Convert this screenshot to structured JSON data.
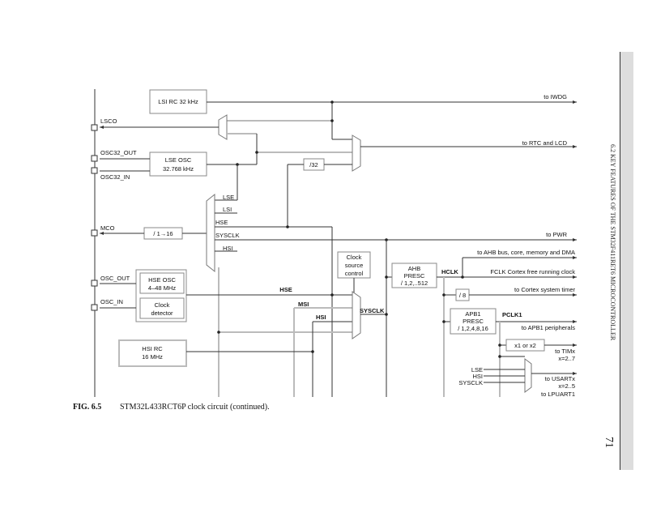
{
  "page": {
    "running_header": "6.2 KEY FEATURES OF THE STM32F411RET6 MICROCONTROLLER",
    "page_number": "71"
  },
  "figure": {
    "label": "FIG. 6.5",
    "caption": "STM32L433RCT6P clock circuit (continued)."
  },
  "diagram": {
    "pins": {
      "lsco": "LSCO",
      "osc32_out": "OSC32_OUT",
      "osc32_in": "OSC32_IN",
      "mco": "MCO",
      "osc_out": "OSC_OUT",
      "osc_in": "OSC_IN"
    },
    "blocks": {
      "lsi_rc": "LSI RC 32 kHz",
      "lse_osc_1": "LSE OSC",
      "lse_osc_2": "32.768 kHz",
      "div32": "/32",
      "mco_div": "/ 1→16",
      "hse_osc_1": "HSE OSC",
      "hse_osc_2": "4–48 MHz",
      "clock_detector_1": "Clock",
      "clock_detector_2": "detector",
      "hsi_rc_1": "HSI RC",
      "hsi_rc_2": "16 MHz",
      "csc_1": "Clock",
      "csc_2": "source",
      "csc_3": "control",
      "ahb_1": "AHB",
      "ahb_2": "PRESC",
      "ahb_3": "/ 1,2,..512",
      "div8": "/ 8",
      "apb1_1": "APB1",
      "apb1_2": "PRESC",
      "apb1_3": "/ 1,2,4,8,16",
      "x1x2": "x1 or x2"
    },
    "mco_inputs": [
      "LSE",
      "LSI",
      "HSE",
      "SYSCLK",
      "HSI"
    ],
    "signals": {
      "hse": "HSE",
      "msi": "MSI",
      "hsi": "HSI",
      "sysclk": "SYSCLK",
      "hclk": "HCLK",
      "pclk1": "PCLK1"
    },
    "usart_inputs": [
      "LSE",
      "HSI",
      "SYSCLK"
    ],
    "outputs": {
      "iwdg": "to IWDG",
      "rtc": "to RTC and LCD",
      "pwr": "to PWR",
      "ahb": "to AHB bus, core, memory and DMA",
      "fclk": "FCLK Cortex free running clock",
      "systick": "to Cortex system timer",
      "apb1": "to APB1 peripherals",
      "tim_1": "to TIMx",
      "tim_2": "x=2..7",
      "usart_1": "to USARTx",
      "usart_2": "x=2..5",
      "usart_3": "to LPUART1"
    }
  }
}
